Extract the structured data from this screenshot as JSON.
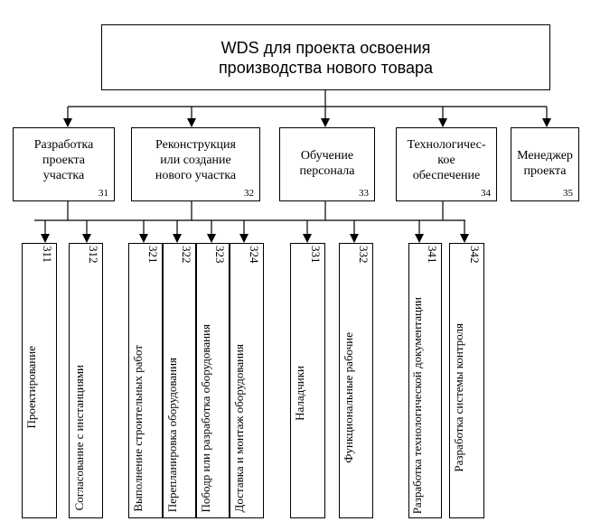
{
  "root": {
    "line1": "WDS для проекта освоения",
    "line2": "производства нового товара"
  },
  "level1": [
    {
      "lines": [
        "Разработка",
        "проекта",
        "участка"
      ],
      "code": "31"
    },
    {
      "lines": [
        "Реконструкция",
        "или создание",
        "нового участка"
      ],
      "code": "32"
    },
    {
      "lines": [
        "Обучение",
        "персонала"
      ],
      "code": "33"
    },
    {
      "lines": [
        "Технологичес-",
        "кое",
        "обеспечение"
      ],
      "code": "34"
    },
    {
      "lines": [
        "Менеджер",
        "проекта"
      ],
      "code": "35"
    }
  ],
  "level2": [
    {
      "label": "Проектирование",
      "code": "311"
    },
    {
      "label": "Согласование с инстанциями",
      "code": "312"
    },
    {
      "label": "Выполнение строительных работ",
      "code": "321"
    },
    {
      "label": "Перепланировка оборудования",
      "code": "322"
    },
    {
      "label": "Пободр или разработка оборудования",
      "code": "323"
    },
    {
      "label": "Доставка и монтаж оборудования",
      "code": "324"
    },
    {
      "label": "Наладчики",
      "code": "331"
    },
    {
      "label": "Функциональные рабочие",
      "code": "332"
    },
    {
      "label": "Разработка технологической документации",
      "code": "341"
    },
    {
      "label": "Разработка системы контроля",
      "code": "342"
    }
  ]
}
